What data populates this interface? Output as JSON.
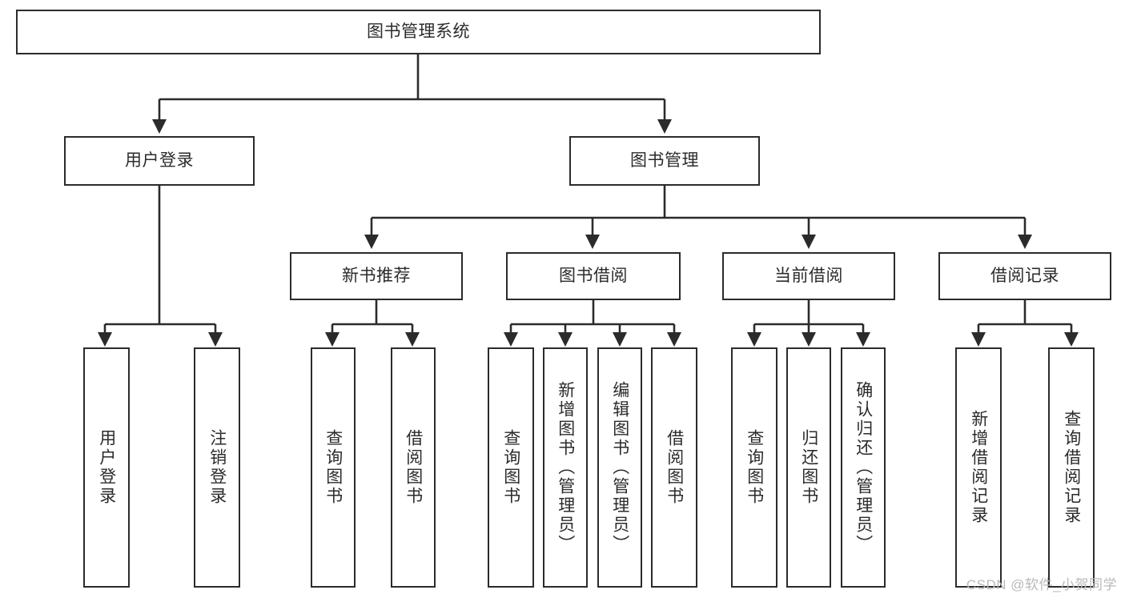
{
  "diagram": {
    "title": "图书管理系统",
    "type": "hierarchy-tree",
    "watermark": "CSDN @软件_小贺同学",
    "colors": {
      "stroke": "#2b2b2b",
      "fill": "#ffffff",
      "text": "#2b2b2b",
      "watermark": "#b9b9b9"
    },
    "nodes": {
      "root": {
        "label": "图书管理系统"
      },
      "level1": [
        {
          "label": "用户登录"
        },
        {
          "label": "图书管理"
        }
      ],
      "level2": [
        {
          "label": "新书推荐"
        },
        {
          "label": "图书借阅"
        },
        {
          "label": "当前借阅"
        },
        {
          "label": "借阅记录"
        }
      ],
      "leaves": {
        "user_login": [
          {
            "label": "用户登录"
          },
          {
            "label": "注销登录"
          }
        ],
        "new_book": [
          {
            "label": "查询图书"
          },
          {
            "label": "借阅图书"
          }
        ],
        "book_borrow": [
          {
            "label": "查询图书"
          },
          {
            "label": "新增图书（管理员）"
          },
          {
            "label": "编辑图书（管理员）"
          },
          {
            "label": "借阅图书"
          }
        ],
        "current_borrow": [
          {
            "label": "查询图书"
          },
          {
            "label": "归还图书"
          },
          {
            "label": "确认归还（管理员）"
          }
        ],
        "borrow_record": [
          {
            "label": "新增借阅记录"
          },
          {
            "label": "查询借阅记录"
          }
        ]
      }
    }
  }
}
